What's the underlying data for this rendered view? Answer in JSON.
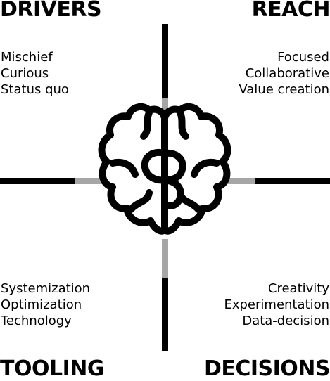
{
  "quadrants": {
    "top_left": {
      "title": "DRIVERS",
      "items": [
        "Mischief",
        "Curious",
        "Status quo"
      ]
    },
    "top_right": {
      "title": "REACH",
      "items": [
        "Focused",
        "Collaborative",
        "Value creation"
      ]
    },
    "bottom_left": {
      "title": "TOOLING",
      "items": [
        "Systemization",
        "Optimization",
        "Technology"
      ]
    },
    "bottom_right": {
      "title": "DECISIONS",
      "items": [
        "Creativity",
        "Experimentation",
        "Data-decision"
      ]
    }
  },
  "colors": {
    "ink": "#000000",
    "axis_gray": "#a6a6a6",
    "background": "#ffffff"
  },
  "icons": {
    "center": "brain-icon"
  }
}
